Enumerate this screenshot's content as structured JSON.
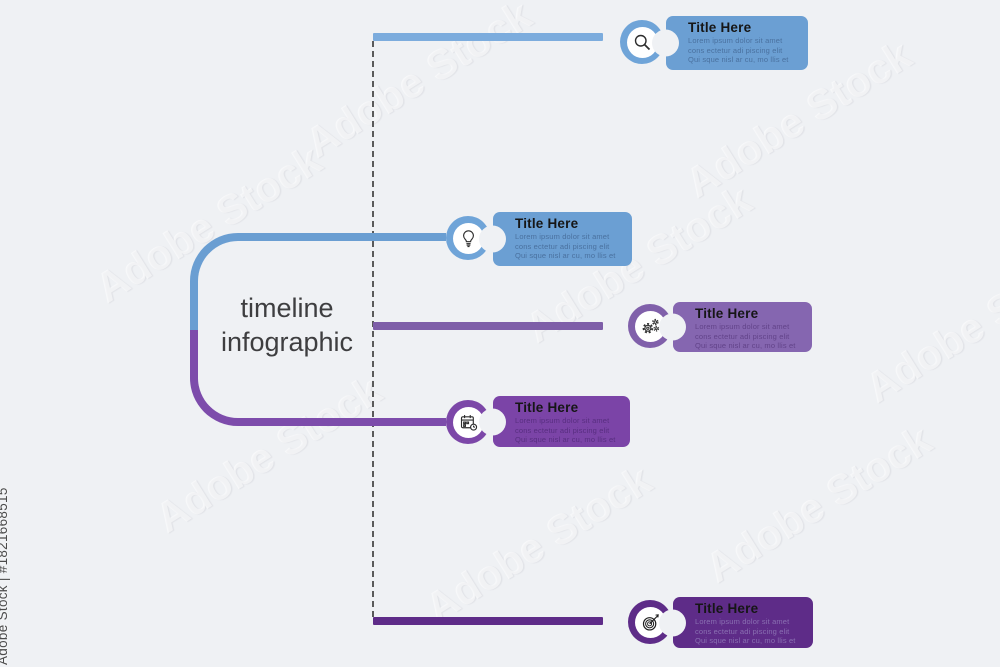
{
  "page": {
    "background": "#eff1f4"
  },
  "watermark": {
    "id_label": "Adobe Stock | #1821668515",
    "diagonal_label": "Adobe Stock"
  },
  "heading": {
    "line1": "timeline",
    "line2": "infographic",
    "color": "#3e3e40"
  },
  "connector": {
    "dashed_color": "#5a5a5a"
  },
  "bracket": {
    "top_color": "#6a9ed2",
    "bottom_color": "#7d4cab"
  },
  "timeline": {
    "items": [
      {
        "icon": "search-icon",
        "title": "Title Here",
        "body_lines": [
          "Lorem ipsum dolor sit amet",
          "cons ectetur adi piscing elit",
          "Qui sque nisl ar cu, mo llis et"
        ],
        "card_color": "#6b9fd3",
        "ring_color": "#6fa4d8",
        "line_color": "#7cacdd",
        "body_text_color": "#4a719f"
      },
      {
        "icon": "bulb-icon",
        "title": "Title Here",
        "body_lines": [
          "Lorem ipsum dolor sit amet",
          "cons ectetur adi piscing elit",
          "Qui sque nisl ar cu, mo llis et"
        ],
        "card_color": "#6b9fd3",
        "ring_color": "#6fa4d8",
        "line_color": "#6a9ed2",
        "body_text_color": "#4a719f"
      },
      {
        "icon": "gears-icon",
        "title": "Title Here",
        "body_lines": [
          "Lorem ipsum dolor sit amet",
          "cons ectetur adi piscing elit",
          "Qui sque nisl ar cu, mo llis et"
        ],
        "card_color": "#8566b0",
        "ring_color": "#8060aa",
        "line_color": "#7e5ea8",
        "body_text_color": "#624389"
      },
      {
        "icon": "calendar-icon",
        "title": "Title Here",
        "body_lines": [
          "Lorem ipsum dolor sit amet",
          "cons ectetur adi piscing elit",
          "Qui sque nisl ar cu, mo llis et"
        ],
        "card_color": "#7b44a7",
        "ring_color": "#7c47a8",
        "line_color": "#7d4cab",
        "body_text_color": "#582e80"
      },
      {
        "icon": "target-icon",
        "title": "Title Here",
        "body_lines": [
          "Lorem ipsum dolor sit amet",
          "cons ectetur adi piscing elit",
          "Qui sque nisl ar cu, mo llis et"
        ],
        "card_color": "#5e2c88",
        "ring_color": "#5e2c88",
        "line_color": "#5e2c88",
        "body_text_color": "#8a70b2"
      }
    ]
  }
}
